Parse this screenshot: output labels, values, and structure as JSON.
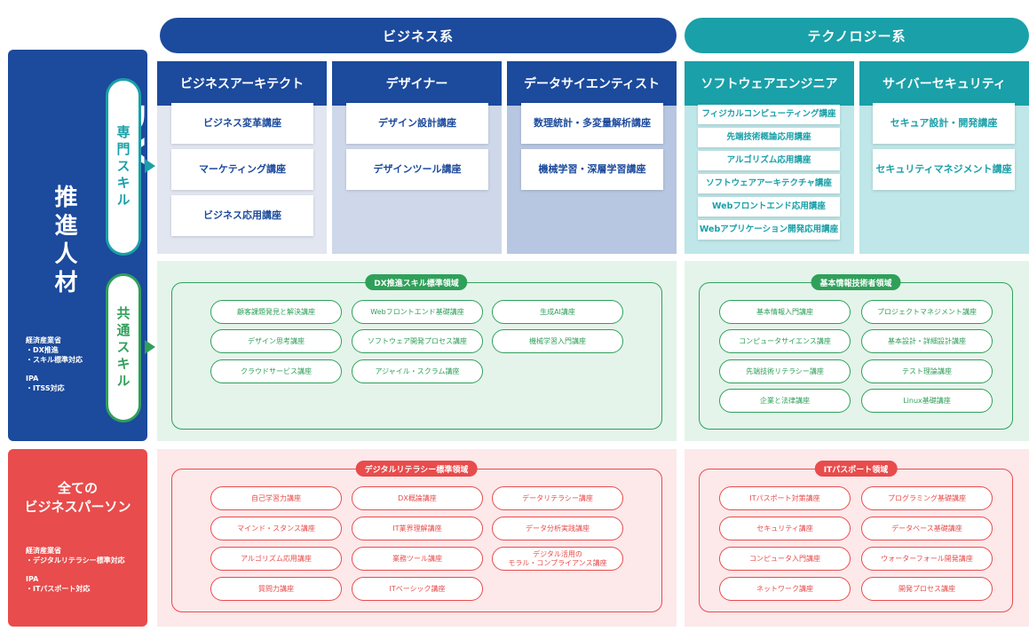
{
  "colors": {
    "navy": "#1c4a9c",
    "teal": "#1aa0a8",
    "green": "#2fa05a",
    "red": "#e84c4c",
    "greenbg": "#e4f4ea",
    "redbg": "#fde8ea"
  },
  "header": {
    "business": "ビジネス系",
    "technology": "テクノロジー系"
  },
  "sidebar": {
    "dx_title": "DX",
    "dx_sub": "推進人材",
    "specialized_tab": "専門スキル",
    "common_tab": "共通スキル",
    "dx_note": "経済産業省\n・DX推進\n・スキル標準対応\n\nIPA\n・ITSS対応",
    "all_title": "全ての\nビジネスパーソン",
    "all_note": "経済産業省\n・デジタルリテラシー標準対応\n\nIPA\n・ITパスポート対応"
  },
  "columns": [
    {
      "title": "ビジネスアーキテクト",
      "courses": [
        "ビジネス変革講座",
        "マーケティング講座",
        "ビジネス応用講座"
      ]
    },
    {
      "title": "デザイナー",
      "courses": [
        "デザイン設計講座",
        "デザインツール講座"
      ]
    },
    {
      "title": "データサイエンティスト",
      "courses": [
        "数理統計・多変量解析講座",
        "機械学習・深層学習講座"
      ]
    },
    {
      "title": "ソフトウェアエンジニア",
      "courses": [
        "フィジカルコンピューティング講座",
        "先端技術概論応用講座",
        "アルゴリズム応用講座",
        "ソフトウェアアーキテクチャ講座",
        "Webフロントエンド応用講座",
        "Webアプリケーション開発応用講座"
      ]
    },
    {
      "title": "サイバーセキュリティ",
      "courses": [
        "セキュア設計・開発講座",
        "セキュリティマネジメント講座"
      ]
    }
  ],
  "regions": {
    "dx_standard": {
      "label": "DX推進スキル標準領域",
      "courses": [
        "顧客課題発見と解決講座",
        "Webフロントエンド基礎講座",
        "生成AI講座",
        "デザイン思考講座",
        "ソフトウェア開発プロセス講座",
        "機械学習入門講座",
        "クラウドサービス講座",
        "アジャイル・スクラム講座"
      ]
    },
    "basic_it": {
      "label": "基本情報技術者領域",
      "courses": [
        "基本情報入門講座",
        "プロジェクトマネジメント講座",
        "コンピュータサイエンス講座",
        "基本設計・詳細設計講座",
        "先端技術リテラシー講座",
        "テスト理論講座",
        "企業と法律講座",
        "Linux基礎講座"
      ]
    },
    "digital_literacy": {
      "label": "デジタルリテラシー標準領域",
      "courses": [
        "自己学習力講座",
        "DX概論講座",
        "データリテラシー講座",
        "マインド・スタンス講座",
        "IT業界理解講座",
        "データ分析実践講座",
        "アルゴリズム応用講座",
        "業務ツール講座",
        "デジタル活用の\nモラル・コンプライアンス講座",
        "質問力講座",
        "ITベーシック講座"
      ]
    },
    "it_passport": {
      "label": "ITパスポート領域",
      "courses": [
        "ITパスポート対策講座",
        "プログラミング基礎講座",
        "セキュリティ講座",
        "データベース基礎講座",
        "コンピュータ入門講座",
        "ウォーターフォール開発講座",
        "ネットワーク講座",
        "開発プロセス講座"
      ]
    }
  }
}
